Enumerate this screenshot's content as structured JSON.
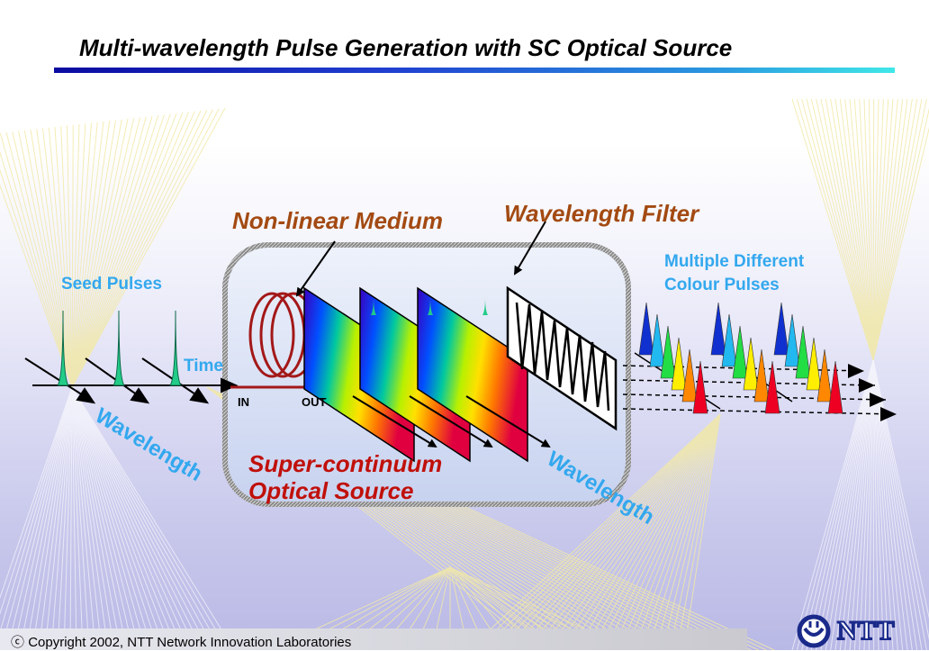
{
  "slide": {
    "title": "Multi-wavelength Pulse Generation with SC Optical Source"
  },
  "diagram": {
    "seed_pulses_label": "Seed Pulses",
    "time_label": "Time",
    "wavelength_label_left": "Wavelength",
    "wavelength_label_right": "Wavelength",
    "nonlinear_medium_label": "Non-linear Medium",
    "wavelength_filter_label": "Wavelength Filter",
    "in_label": "IN",
    "out_label": "OUT",
    "sc_source_line1": "Super-continuum",
    "sc_source_line2": "Optical Source",
    "output_label_line1": "Multiple Different",
    "output_label_line2": "Colour Pulses"
  },
  "footer": {
    "copyright_symbol": "ⓒ",
    "copyright": "Copyright 2002, NTT Network Innovation Laboratories"
  },
  "logo": {
    "text": "NTT"
  },
  "colors": {
    "label_blue": "#33a8ee",
    "label_brown": "#a34a12",
    "label_red": "#c0100a",
    "seed_pulse": "#22cc88"
  }
}
